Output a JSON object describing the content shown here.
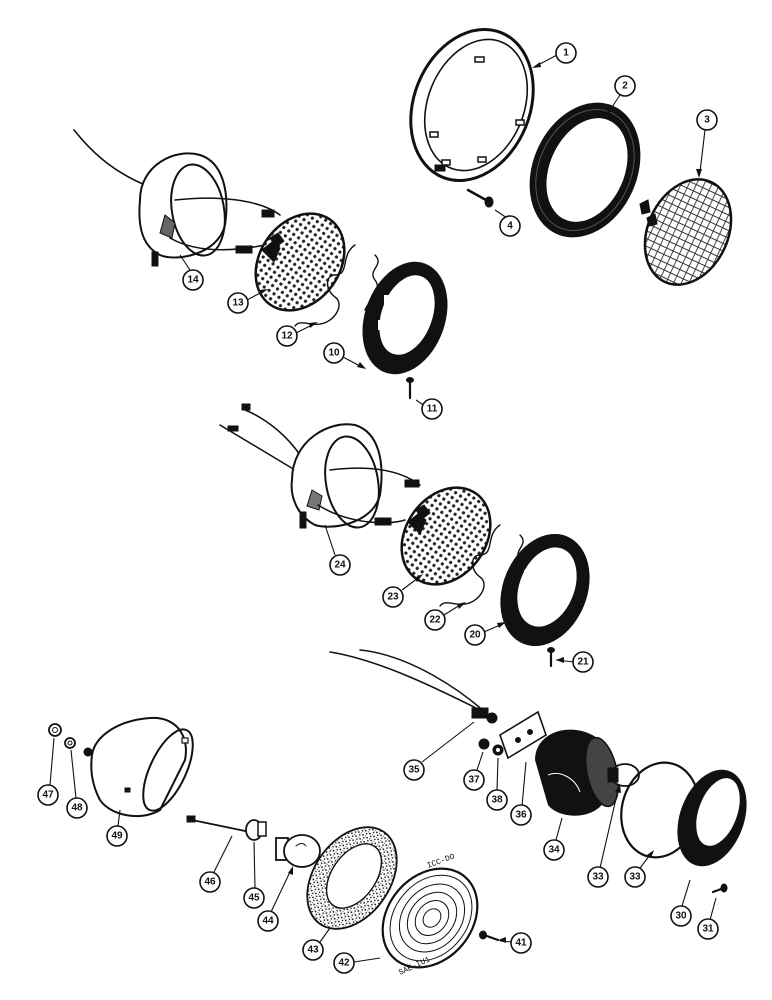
{
  "diagram": {
    "callouts": [
      {
        "id": "1",
        "label": "1"
      },
      {
        "id": "2",
        "label": "2"
      },
      {
        "id": "3",
        "label": "3"
      },
      {
        "id": "4",
        "label": "4"
      },
      {
        "id": "10",
        "label": "10"
      },
      {
        "id": "11",
        "label": "11"
      },
      {
        "id": "12",
        "label": "12"
      },
      {
        "id": "13",
        "label": "13"
      },
      {
        "id": "14",
        "label": "14"
      },
      {
        "id": "20",
        "label": "20"
      },
      {
        "id": "21",
        "label": "21"
      },
      {
        "id": "22",
        "label": "22"
      },
      {
        "id": "23",
        "label": "23"
      },
      {
        "id": "24",
        "label": "24"
      },
      {
        "id": "30",
        "label": "30"
      },
      {
        "id": "31",
        "label": "31"
      },
      {
        "id": "33a",
        "label": "33"
      },
      {
        "id": "33b",
        "label": "33"
      },
      {
        "id": "34",
        "label": "34"
      },
      {
        "id": "35",
        "label": "35"
      },
      {
        "id": "36",
        "label": "36"
      },
      {
        "id": "37",
        "label": "37"
      },
      {
        "id": "38",
        "label": "38"
      },
      {
        "id": "41",
        "label": "41"
      },
      {
        "id": "42",
        "label": "42"
      },
      {
        "id": "43",
        "label": "43"
      },
      {
        "id": "44",
        "label": "44"
      },
      {
        "id": "45",
        "label": "45"
      },
      {
        "id": "46",
        "label": "46"
      },
      {
        "id": "47",
        "label": "47"
      },
      {
        "id": "48",
        "label": "48"
      },
      {
        "id": "49",
        "label": "49"
      }
    ],
    "lens_text_top": "ICC-DO",
    "lens_text_bottom": "SAE-IU1"
  }
}
